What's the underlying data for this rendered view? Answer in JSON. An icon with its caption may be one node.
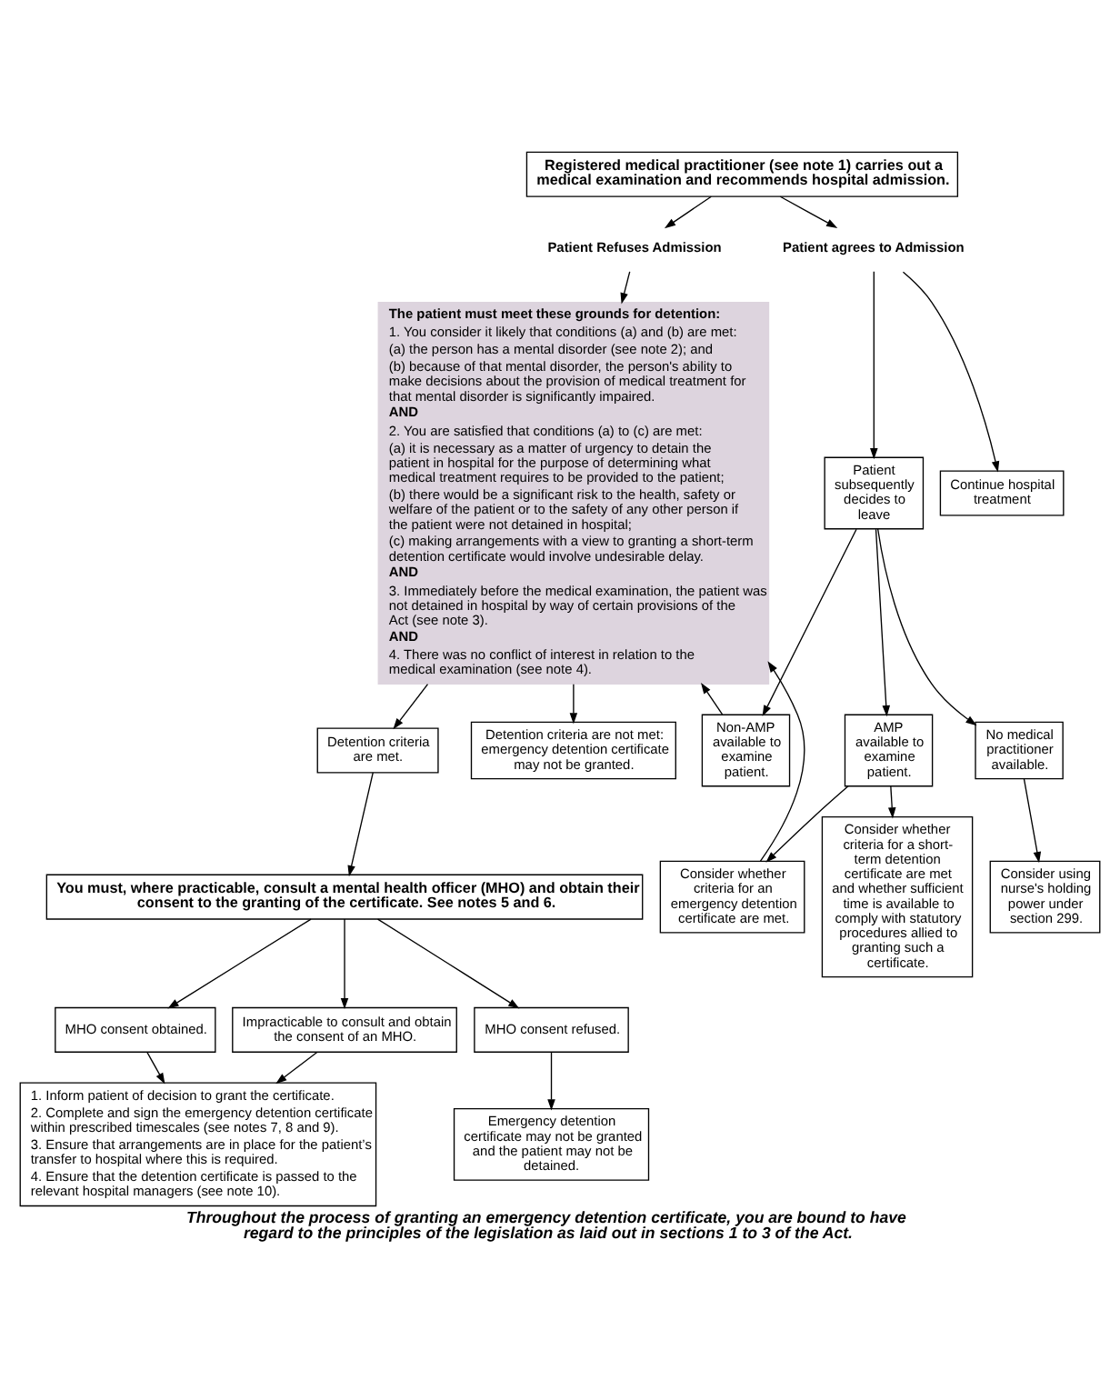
{
  "diagram": {
    "caption": "Throughout the process of granting an emergency detention certificate, you are bound to have regard to the principles of the legislation as laid out in sections 1 to 3 of the Act.",
    "nodes": [
      {
        "text": [
          "Registered medical practitioner (see note 1) carries out a medical examination and recommends hospital admission."
        ]
      },
      {
        "text": [
          "Patient Refuses Admission"
        ]
      },
      {
        "text": [
          "Patient agrees to Admission"
        ]
      },
      {
        "text": [
          "The patient must meet these grounds for detention:",
          "1. You consider it likely that conditions (a) and (b) are met:",
          "(a) the person has a mental disorder (see note 2); and",
          "(b) because of that mental disorder, the person's ability to make decisions about the provision of medical treatment for that mental disorder is significantly impaired.",
          "AND",
          "2. You are satisfied that conditions (a) to (c) are met:",
          "(a) it is necessary as a matter of urgency to detain the patient in hospital for the purpose of determining what medical treatment requires to be provided to the patient;",
          "(b) there would be a significant risk to the health, safety or welfare of the patient or to the safety of any other person if the patient were not detained in hospital;",
          "(c) making arrangements with a view to granting a short-term detention certificate would involve undesirable delay.",
          "AND",
          "3. Immediately before the medical examination, the patient was not detained in hospital by way of certain provisions of the Act (see note 3).",
          "AND",
          "4. There was no conflict of interest in relation to the medical examination (see note 4)."
        ]
      },
      {
        "text": [
          "Patient subsequently decides to leave"
        ]
      },
      {
        "text": [
          "Continue hospital treatment"
        ]
      },
      {
        "text": [
          "Non-AMP available to examine patient."
        ]
      },
      {
        "text": [
          "AMP available to examine patient."
        ]
      },
      {
        "text": [
          "No medical practitioner available."
        ]
      },
      {
        "text": [
          "Consider using nurse's holding power under section 299."
        ]
      },
      {
        "text": [
          "Consider whether criteria for an emergency detention certificate are met."
        ]
      },
      {
        "text": [
          "Consider whether criteria for a short-term detention certificate are met and whether sufficient time is available to comply with statutory procedures allied to granting such a certificate."
        ]
      },
      {
        "text": [
          "Detention criteria are met."
        ]
      },
      {
        "text": [
          "Detention criteria are not met: emergency detention certificate may not be granted."
        ]
      },
      {
        "text": [
          "You must, where practicable, consult a mental health officer (MHO) and obtain their consent to the granting of the certificate. See notes 5 and 6."
        ]
      },
      {
        "text": [
          "MHO consent obtained."
        ]
      },
      {
        "text": [
          "Impracticable to consult and obtain the consent of an MHO."
        ]
      },
      {
        "text": [
          "MHO consent refused."
        ]
      },
      {
        "text": [
          "1. Inform patient of decision to grant the certificate.",
          "2. Complete and sign the emergency detention certificate within prescribed timescales (see notes 7, 8 and 9).",
          "3. Ensure that arrangements are in place for the patient’s transfer to hospital where this is required.",
          "4. Ensure that the detention certificate is passed to the relevant hospital managers (see note 10)."
        ]
      },
      {
        "text": [
          "Emergency detention certificate may not be granted and the patient may not be detained."
        ]
      }
    ],
    "edges": [
      {
        "from": 0,
        "to": 1,
        "arrow": "to"
      },
      {
        "from": 0,
        "to": 2,
        "arrow": "to"
      },
      {
        "from": 1,
        "to": 3,
        "arrow": "to"
      },
      {
        "from": 2,
        "to": 4,
        "arrow": "to"
      },
      {
        "from": 2,
        "to": 5,
        "arrow": "to"
      },
      {
        "from": 4,
        "to": 6,
        "arrow": "to"
      },
      {
        "from": 4,
        "to": 7,
        "arrow": "to"
      },
      {
        "from": 4,
        "to": 8,
        "arrow": "to"
      },
      {
        "from": 8,
        "to": 9,
        "arrow": "to"
      },
      {
        "from": 6,
        "to": 3,
        "arrow": "to"
      },
      {
        "from": 7,
        "to": 10,
        "arrow": "to"
      },
      {
        "from": 7,
        "to": 11,
        "arrow": "to"
      },
      {
        "from": 10,
        "to": 3,
        "arrow": "to"
      },
      {
        "from": 3,
        "to": 12,
        "arrow": "to"
      },
      {
        "from": 3,
        "to": 13,
        "arrow": "to"
      },
      {
        "from": 12,
        "to": 14,
        "arrow": "to"
      },
      {
        "from": 14,
        "to": 15,
        "arrow": "to"
      },
      {
        "from": 14,
        "to": 16,
        "arrow": "to"
      },
      {
        "from": 14,
        "to": 17,
        "arrow": "to"
      },
      {
        "from": 15,
        "to": 18,
        "arrow": "to"
      },
      {
        "from": 16,
        "to": 18,
        "arrow": "to"
      },
      {
        "from": 17,
        "to": 19,
        "arrow": "to"
      }
    ]
  }
}
